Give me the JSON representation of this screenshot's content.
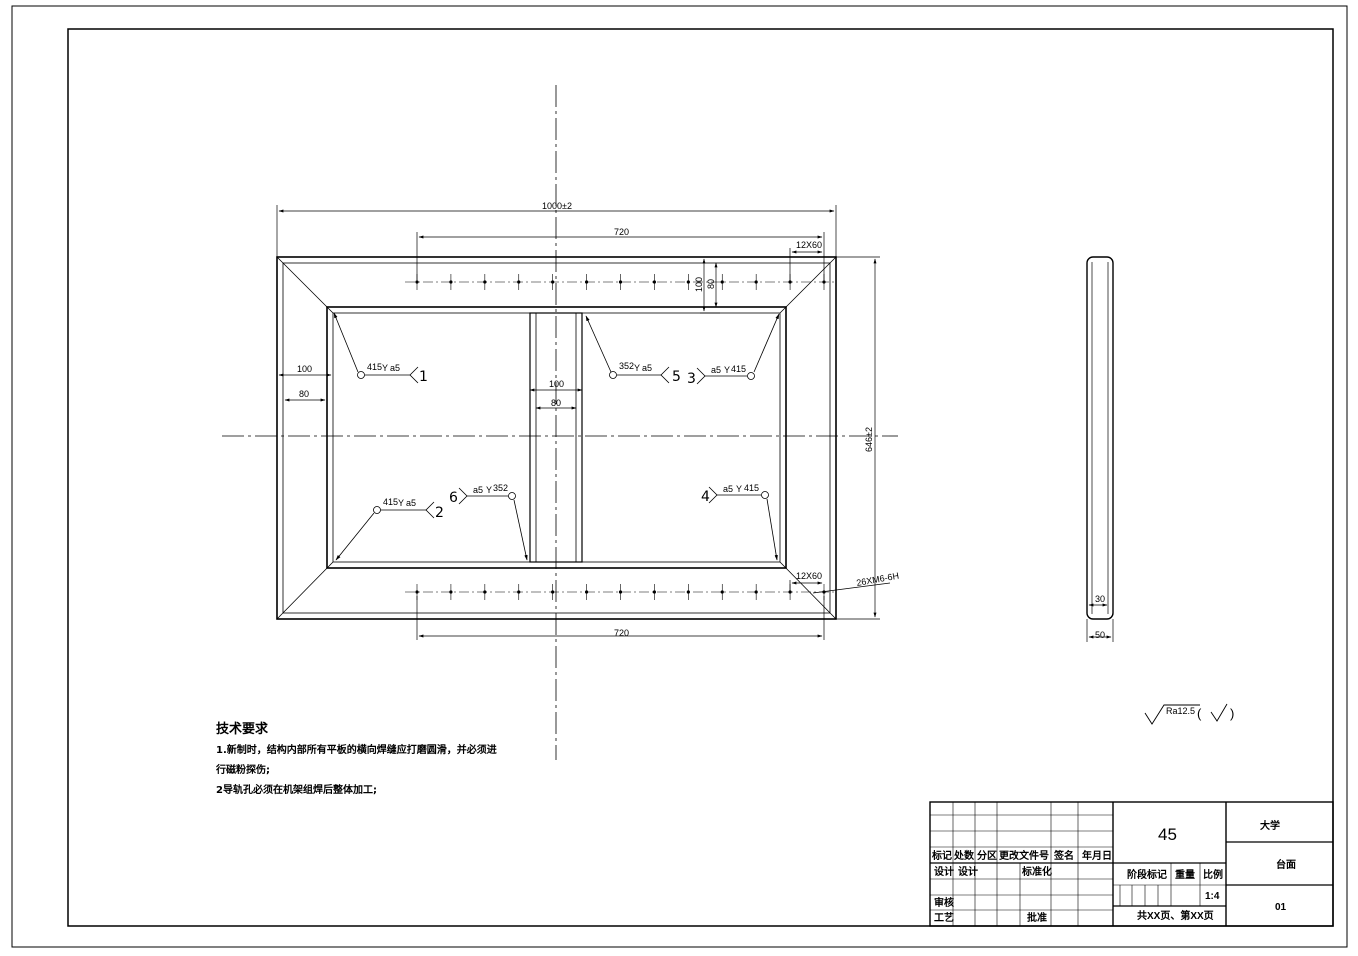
{
  "dims": {
    "overall_width": "1000±2",
    "hole_span_top": "720",
    "hole_span_bottom": "720",
    "hole_pitch_top": "12X60",
    "hole_pitch_bottom": "12X60",
    "overall_height": "646±2",
    "frame_100_top": "100",
    "frame_80_top": "80",
    "frame_100_left": "100",
    "frame_80_left": "80",
    "frame_100_mid": "100",
    "frame_80_mid": "80",
    "thread_note": "26XM6-6H",
    "side_30": "30",
    "side_50": "50"
  },
  "welds": {
    "w1": {
      "size": "415",
      "leg": "a5",
      "id": "1"
    },
    "w2": {
      "size": "415",
      "leg": "a5",
      "id": "2"
    },
    "w3": {
      "size": "415",
      "leg": "a5",
      "id": "3"
    },
    "w4": {
      "size": "415",
      "leg": "a5",
      "id": "4"
    },
    "w5": {
      "size": "352",
      "leg": "a5",
      "id": "5"
    },
    "w6": {
      "size": "352",
      "leg": "a5",
      "id": "6"
    }
  },
  "roughness": {
    "value": "Ra12.5",
    "paren_open": "(",
    "paren_close": ")"
  },
  "notes": {
    "title": "技术要求",
    "line1": "1.新制时，结构内部所有平板的横向焊缝应打磨圆滑，并必须进",
    "line1b": "行磁粉探伤;",
    "line2": "2导轨孔必须在机架组焊后整体加工;"
  },
  "title_block": {
    "h_mark": "标记",
    "h_count": "处数",
    "h_zone": "分区",
    "h_doc": "更改文件号",
    "h_sign": "签名",
    "h_date": "年月日",
    "design": "设计",
    "design2": "设计",
    "standard": "标准化",
    "review": "审核",
    "process": "工艺",
    "approve": "批准",
    "material": "45",
    "stage_mark": "阶段标记",
    "weight": "重量",
    "scale_label": "比例",
    "scale": "1:4",
    "pages": "共XX页、第XX页",
    "school": "大学",
    "part_name": "台面",
    "drawing_no": "01"
  }
}
